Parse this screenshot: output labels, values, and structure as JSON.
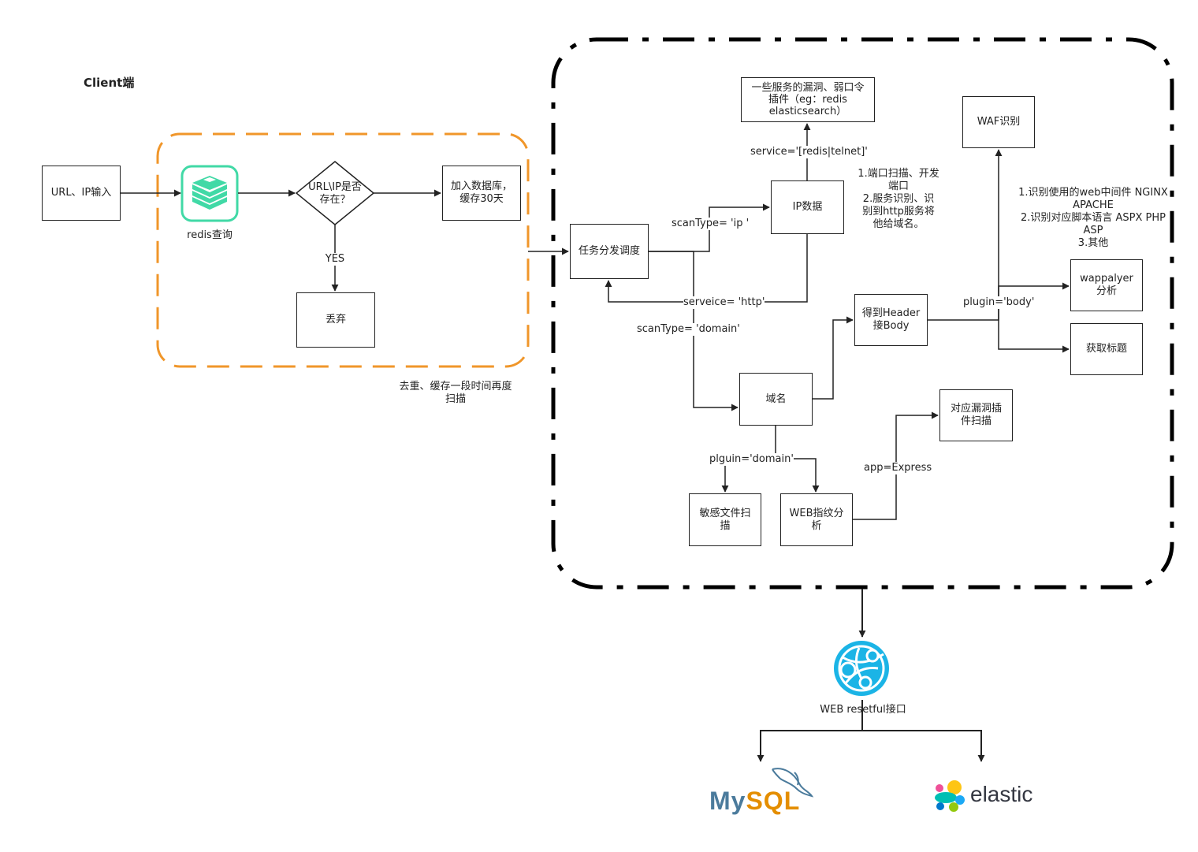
{
  "client": {
    "title": "Client端",
    "url_input": "URL、IP输入",
    "redis_query": "redis查询",
    "exists_decision": "URL\\IP是否\n存在？",
    "add_db": "加入数据库，\n缓存30天",
    "yes": "YES",
    "discard": "丢弃",
    "dedupe_note": "去重、缓存一段时间再度\n扫描"
  },
  "server": {
    "dispatcher": "任务分发调度",
    "ip_data": "IP数据",
    "vuln_plugins": "一些服务的漏洞、弱口令\n插件（eg：redis\nelasticsearch）",
    "service_label": "service='[redis|telnet]'",
    "port_note": "1.端口扫描、开发\n端口\n2.服务识别、识\n别到http服务将\n他给域名。",
    "scantype_ip": "scanType=   'ip\n'",
    "service_http": "serveice=   'http'",
    "scantype_domain": "scanType=   'domain'",
    "domain": "域名",
    "header_body": "得到Header\n接Body",
    "plugin_body": "plugin='body'",
    "waf": "WAF识别",
    "middleware_note": "1.识别使用的web中间件 NGINX\nAPACHE\n2.识别对应脚本语言 ASPX PHP\nASP\n3.其他",
    "wappalyzer": "wappalyer\n分析",
    "get_title": "获取标题",
    "plugin_domain": "plguin='domain'",
    "sensitive_scan": "敏感文件扫\n描",
    "fingerprint": "WEB指纹分\n析",
    "app_express": "app=Express",
    "vuln_scan": "对应漏洞插\n件扫描"
  },
  "bottom": {
    "restful": "WEB resetful接口",
    "mysql_logo": "MySQL",
    "elastic_logo": "elastic"
  },
  "colors": {
    "orange": "#f0962a",
    "redis_green": "#41d9a6",
    "azure_blue": "#1bb4e6",
    "mysql_blue": "#4b7b9c",
    "mysql_orange": "#e48e00"
  },
  "icons": [
    "redis-icon",
    "web-api-globe-icon",
    "mysql-dolphin-icon",
    "elastic-logo-icon"
  ]
}
